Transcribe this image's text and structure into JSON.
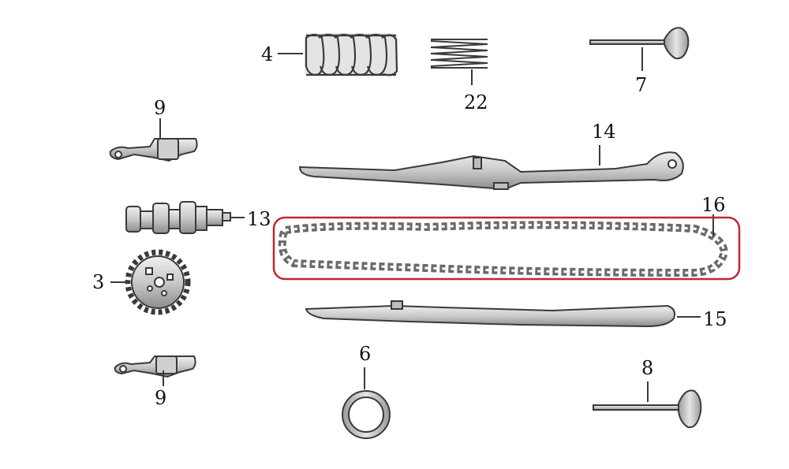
{
  "callouts": {
    "valve_spring_outer": "4",
    "valve_spring_inner": "22",
    "valve_intake": "7",
    "rocker_arm_top": "9",
    "chain_guide_upper": "14",
    "camshaft": "13",
    "timing_chain": "16",
    "cam_sprocket": "3",
    "chain_guide_lower": "15",
    "seal_ring": "6",
    "valve_exhaust": "8",
    "rocker_arm_bottom": "9"
  },
  "colors": {
    "line": "#3a3a3a",
    "part_fill": "#d9d9d9",
    "part_shade": "#a8a8a8",
    "highlight": "#c0282d"
  },
  "highlighted_part": "timing_chain"
}
